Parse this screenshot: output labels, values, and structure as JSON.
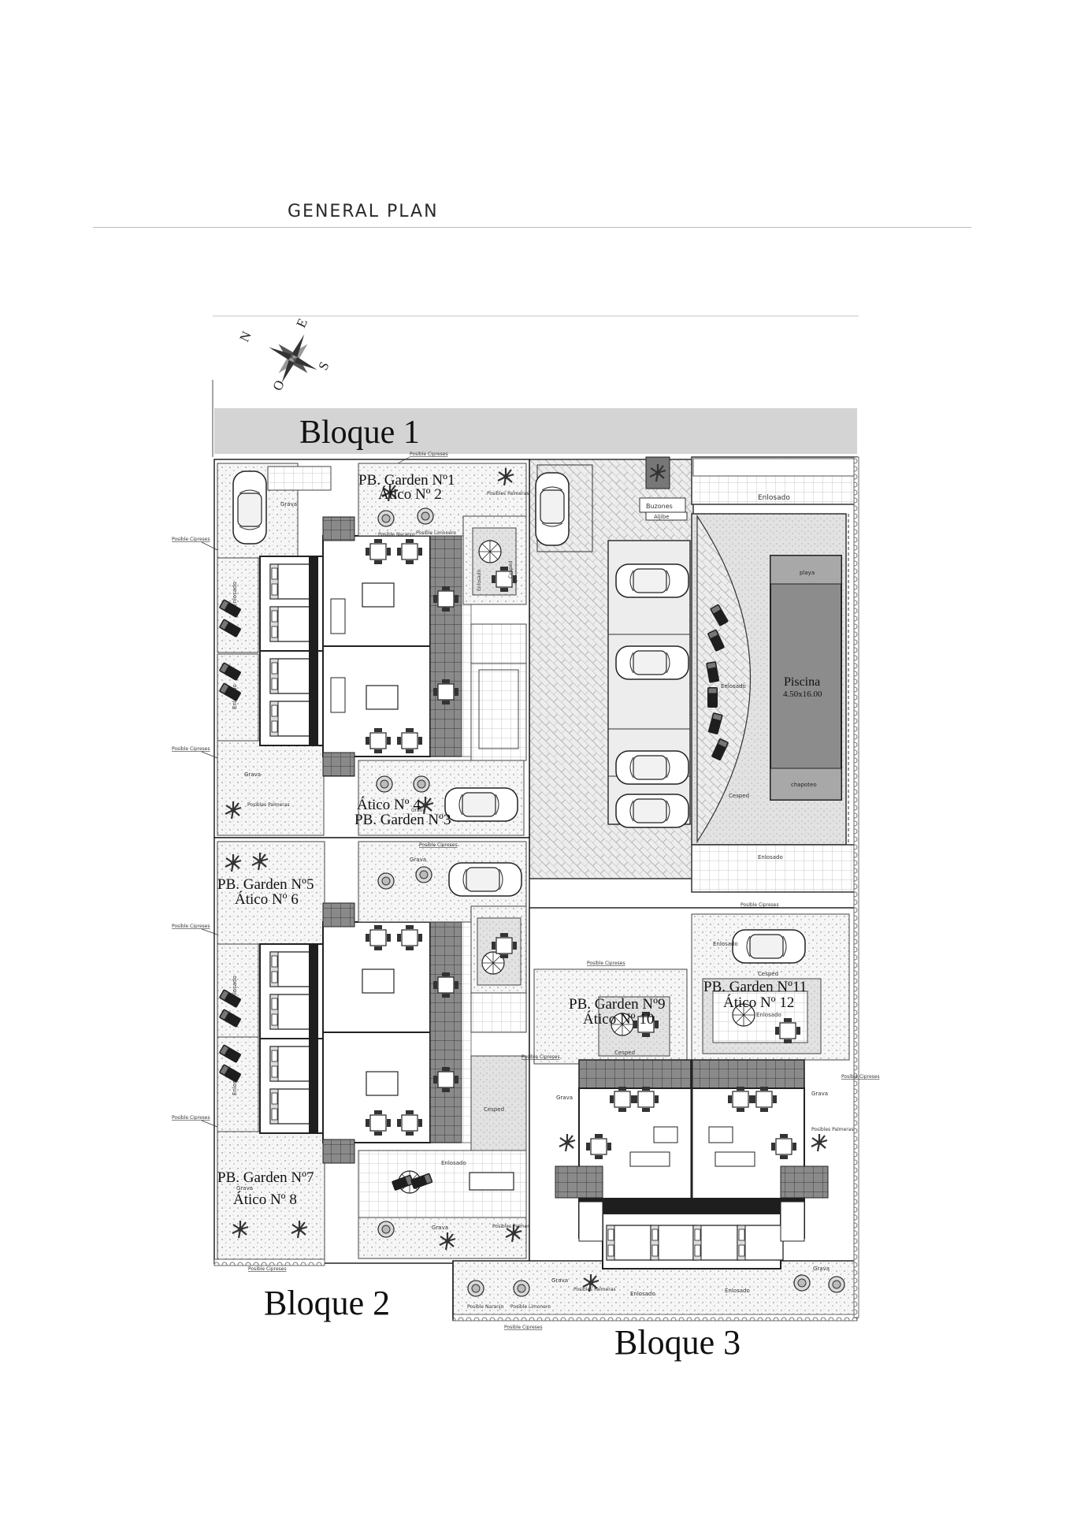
{
  "header": {
    "title": "GENERAL PLAN"
  },
  "compass": {
    "n": "N",
    "e": "E",
    "s": "S",
    "o": "O"
  },
  "blocks": {
    "b1": "Bloque 1",
    "b2": "Bloque 2",
    "b3": "Bloque 3"
  },
  "units": {
    "u1": "PB. Garden Nº1",
    "u2": "Ático Nº 2",
    "u3": "PB. Garden Nº3",
    "u4": "Ático Nº 4",
    "u5": "PB. Garden Nº5",
    "u6": "Ático Nº 6",
    "u7": "PB. Garden Nº7",
    "u8": "Ático Nº 8",
    "u9": "PB. Garden Nº9",
    "u10": "Ático Nº 10",
    "u11": "PB. Garden Nº11",
    "u12": "Ático Nº 12"
  },
  "pool": {
    "name": "Piscina",
    "size": "4.50x16.00",
    "playa": "playa",
    "chapoteo": "chapoteo"
  },
  "labels": {
    "posibles_cipreses": "Posible Cipreses",
    "grava": "Grava",
    "enlosado": "Enlosado",
    "cesped": "Cesped",
    "posibles_palmeras": "Posibles Palmeras",
    "posible_naranjo": "Posible Naranjo",
    "posible_limonero": "Posible Limonero",
    "buzones": "Buzones",
    "aljibe": "Aljibe"
  }
}
